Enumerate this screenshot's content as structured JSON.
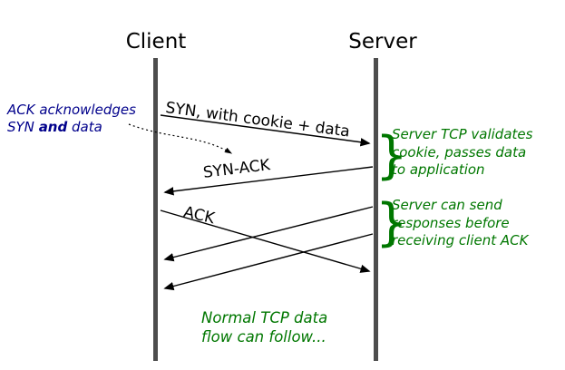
{
  "participants": {
    "client": "Client",
    "server": "Server"
  },
  "messages": {
    "syn": "SYN, with cookie + data",
    "syn_ack": "SYN-ACK",
    "ack": "ACK"
  },
  "annotations": {
    "ack_note": {
      "line1": "ACK acknowledges",
      "line2_pre": "SYN ",
      "line2_bold": "and",
      "line2_post": " data"
    },
    "server_validates": {
      "line1": "Server TCP validates",
      "line2": "cookie, passes data",
      "line3": "to application"
    },
    "server_responses": {
      "line1": "Server can send",
      "line2": "responses before",
      "line3": "receiving client ACK"
    },
    "normal_flow": {
      "line1": "Normal TCP data",
      "line2": "flow can follow..."
    }
  },
  "glyphs": {
    "brace": "}"
  },
  "colors": {
    "annotation_green": "#007700",
    "note_blue": "#00008b",
    "arrow_black": "#000000",
    "lifeline_gray": "#4d4d4d",
    "background": "#ffffff"
  }
}
